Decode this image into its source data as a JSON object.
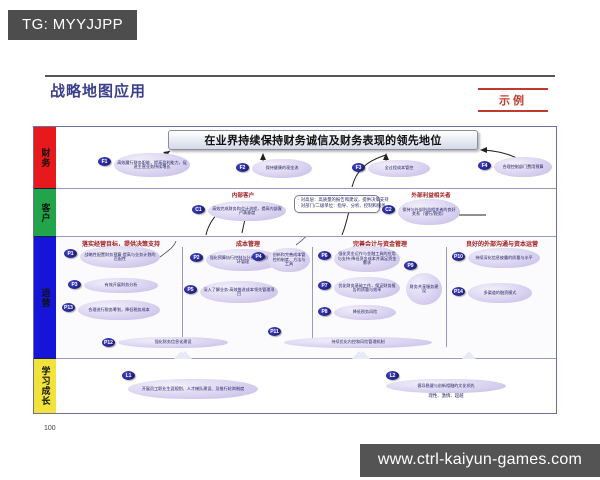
{
  "tg_badge": "TG: MYYJJPP",
  "slide_title": "战略地图应用",
  "sample_stamp": "示例",
  "page_number": "100",
  "watermark": "www.ctrl-kaiyun-games.com",
  "colors": {
    "financial": "#e8191c",
    "customer": "#22a44a",
    "operation": "#1515d8",
    "learning": "#f2e23c",
    "header_red": "#a01f1f",
    "title_blue": "#3b3f8c",
    "stamp_red": "#c0392b",
    "badge_gray": "#4d4d4d",
    "watermark_gray": "#545454",
    "bubble_violet": "#c4bbe6",
    "code_navy": "#26268f"
  },
  "perspectives": [
    {
      "id": "financial",
      "label": "财务"
    },
    {
      "id": "customer",
      "label": "客户"
    },
    {
      "id": "operation",
      "label": "运营"
    },
    {
      "id": "learning",
      "label": "学习成长"
    }
  ],
  "banner": "在业界持续保持财务诚信及财务表现的领先地位",
  "financial_objectives": [
    {
      "code": "F1",
      "text": "高效履行财务职能，提高盈利能力，促进主营业务持续增长"
    },
    {
      "code": "F2",
      "text": "保持健康的现金流"
    },
    {
      "code": "F3",
      "text": "全过程成本管控"
    },
    {
      "code": "F4",
      "text": "合理控制部门费用预算"
    }
  ],
  "customer_groups": [
    {
      "title": "内部客户"
    },
    {
      "title": "外部利益相关者"
    }
  ],
  "customer_objectives": [
    {
      "code": "C1",
      "text": "高效完成财务和会计流程，提高内部客户满意度"
    },
    {
      "code": "C2",
      "text": "保持与外部利益相关者的良好关系（银行/税务）"
    }
  ],
  "customer_notes": [
    "· 对高层：高质量的报告和建议，提供决策支持",
    "· 对部门/二级单位：指导、分析、控制和服务"
  ],
  "operation_columns": [
    {
      "title": "落实经营目标，提供决策支持"
    },
    {
      "title": "成本管理"
    },
    {
      "title": "完善会计与资金管理"
    },
    {
      "title": "良好的外部沟通与资本运营"
    }
  ],
  "operation_objectives": [
    {
      "code": "P1",
      "text": "战略性配置财务预算·提高与业务计划的匹配性"
    },
    {
      "code": "P2",
      "text": "强化预算执行控制与分析·逐步形成闭环管理"
    },
    {
      "code": "P3",
      "text": "有效开展财务分析"
    },
    {
      "code": "P4",
      "text": "创新和完善成本管控的制度、方法与工具"
    },
    {
      "code": "P5",
      "text": "深入了解业务·高效推进成本领先管理项目"
    },
    {
      "code": "P6",
      "text": "强化资金运作与金融工具的应用与支持·降低资金成本并满足资金需求"
    },
    {
      "code": "P7",
      "text": "优化财务基础工作，保证财务报告的质量与效率"
    },
    {
      "code": "P8",
      "text": "降低税务风险"
    },
    {
      "code": "P9",
      "text": "财务共享服务建设"
    },
    {
      "code": "P10",
      "text": "持续深化信息披露的质量与水平"
    },
    {
      "code": "P11",
      "text": "持续优化内控和风险管理机制"
    },
    {
      "code": "P12",
      "text": "强化财务信息化建设"
    },
    {
      "code": "P13",
      "text": "合理进行税务筹划，降低税务成本"
    },
    {
      "code": "P14",
      "text": "多渠道的融资模式"
    }
  ],
  "learning_objectives": [
    {
      "code": "L1",
      "text": "开展员工职业生涯规划、人才梯队建设、及推行轮岗制度"
    },
    {
      "code": "L2",
      "text": "倡导稳健与创新相融的文化领先",
      "sub": "理性、激情、超越"
    }
  ]
}
